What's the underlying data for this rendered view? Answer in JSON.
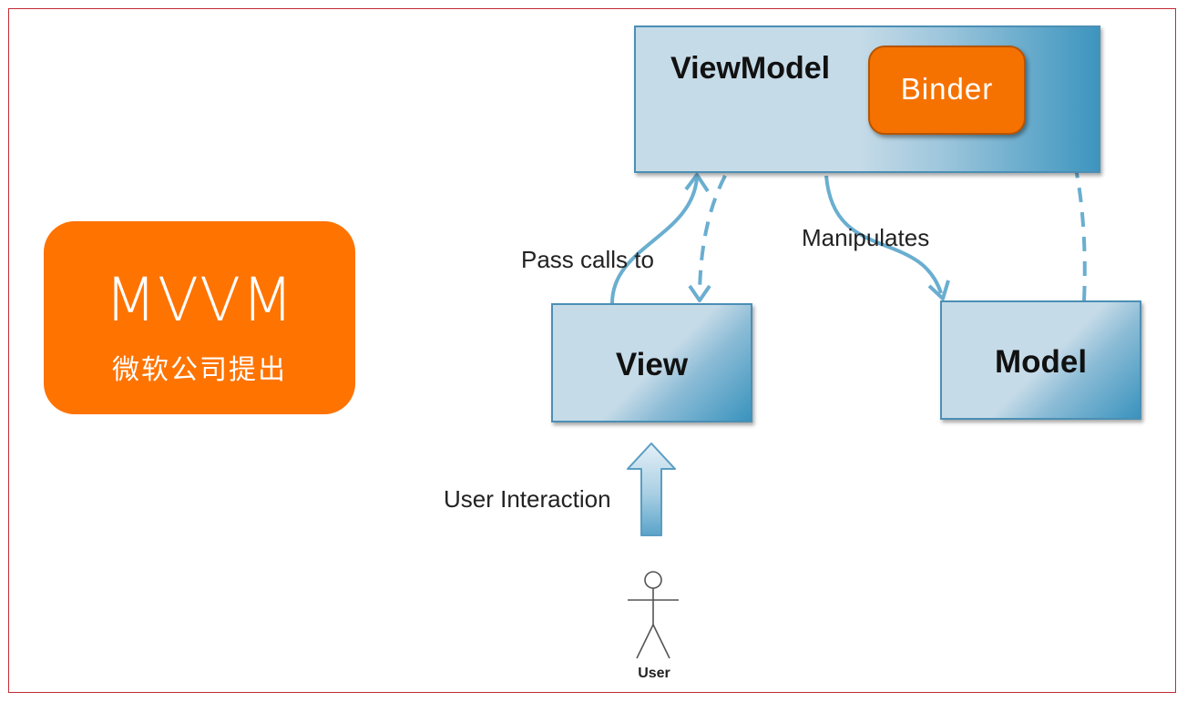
{
  "badge": {
    "title": "MVVM",
    "subtitle": "微软公司提出"
  },
  "nodes": {
    "viewmodel": "ViewModel",
    "binder": "Binder",
    "view": "View",
    "model": "Model"
  },
  "edges": {
    "pass_calls": "Pass calls to",
    "manipulates": "Manipulates",
    "user_interaction": "User Interaction"
  },
  "actor": {
    "label": "User"
  },
  "colors": {
    "orange": "#ff7300",
    "box_light": "#c6dbe8",
    "box_dark": "#3d95bf",
    "arrow": "#6aaed0",
    "frame": "#c52a35"
  }
}
